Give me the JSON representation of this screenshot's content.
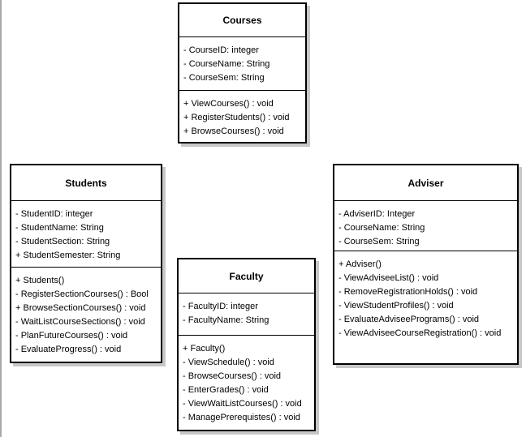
{
  "diagram": {
    "type": "uml-class-diagram",
    "colors": {
      "box_background": "#ffffff",
      "box_border": "#000000",
      "box_shadow": "#c8c8c8",
      "canvas_edge": "#a8a8a8"
    },
    "classes": [
      {
        "name": "Courses",
        "attributes": [
          "- CourseID: integer",
          "- CourseName: String",
          "- CourseSem: String"
        ],
        "methods": [
          "+ ViewCourses() : void",
          "+ RegisterStudents() : void",
          "+ BrowseCourses() : void"
        ]
      },
      {
        "name": "Students",
        "attributes": [
          "- StudentID: integer",
          "- StudentName: String",
          "- StudentSection: String",
          "+ StudentSemester: String"
        ],
        "methods": [
          "+ Students()",
          "- RegisterSectionCourses() : Bool",
          "+ BrowseSectionCourses() : void",
          "- WaitListCourseSections() : void",
          "- PlanFutureCourses() : void",
          "- EvaluateProgress() : void"
        ]
      },
      {
        "name": "Faculty",
        "attributes": [
          "- FacultyID: integer",
          "- FacultyName: String"
        ],
        "methods": [
          "+ Faculty()",
          "- ViewSchedule() : void",
          "- BrowseCourses() : void",
          "- EnterGrades() : void",
          "- ViewWaitListCourses() : void",
          "- ManagePrerequistes() : void"
        ]
      },
      {
        "name": "Adviser",
        "attributes": [
          "- AdviserID: Integer",
          "- CourseName: String",
          "- CourseSem: String"
        ],
        "methods": [
          "+ Adviser()",
          "- ViewAdviseeList() : void",
          "- RemoveRegistrationHolds() : void",
          "- ViewStudentProfiles() : void",
          "- EvaluateAdviseePrograms() : void",
          "- ViewAdviseeCourseRegistration() : void"
        ]
      }
    ]
  }
}
